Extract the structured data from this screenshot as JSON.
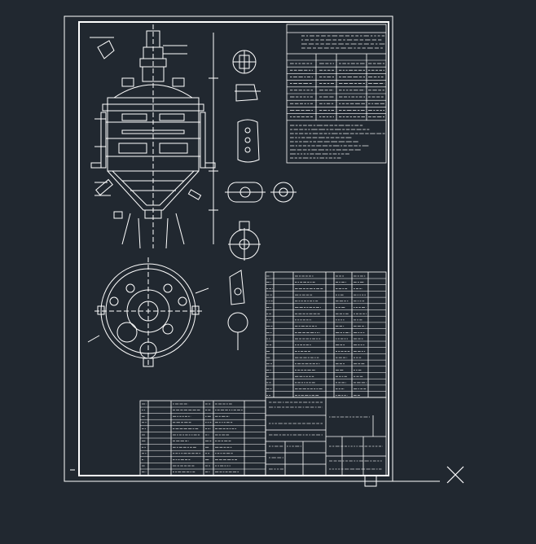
{
  "drawing": {
    "background": "#212830",
    "line_color": "#ffffff",
    "title_block": {
      "drawing_title": "",
      "scale_label": "",
      "sheet_label": "",
      "designer_label": ""
    },
    "tech_notes_heading": "",
    "parts_list": {
      "columns": 5,
      "rows": 20
    },
    "nozzle_table": {
      "columns": 6,
      "rows": 12
    },
    "views": [
      "main-elevation-section",
      "top-plan-view",
      "detail-views"
    ],
    "cursor": "crosshair-x"
  }
}
